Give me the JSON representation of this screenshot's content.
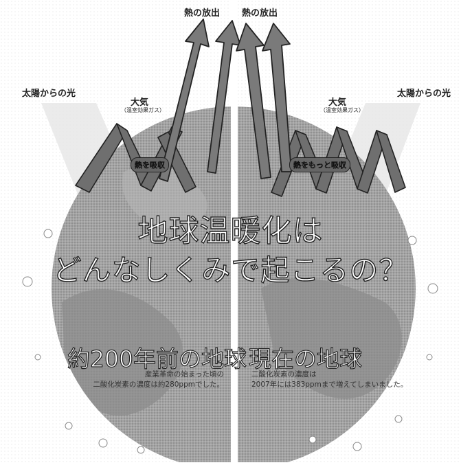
{
  "top_labels": {
    "left": "熱の放出",
    "right": "熱の放出"
  },
  "left_panel": {
    "sunlight": "太陽からの光",
    "atmosphere": "大気",
    "atmosphere_sub": "（温室効果ガス）",
    "badge": "熱を吸収"
  },
  "right_panel": {
    "sunlight": "太陽からの光",
    "atmosphere": "大気",
    "atmosphere_sub": "（温室効果ガス）",
    "badge": "熱をもっと吸収"
  },
  "main_title": {
    "line1": "地球温暖化は",
    "line2": "どんなしくみで起こるの？"
  },
  "past": {
    "title": "約200年前の地球",
    "desc_line1": "産業革命の始まった頃の",
    "desc_line2": "二酸化炭素の濃度は約280ppmでした。"
  },
  "present": {
    "title": "現在の地球",
    "desc_line1": "二酸化炭素の濃度は",
    "desc_line2": "2007年には383ppmまで増えてしまいました。"
  },
  "colors": {
    "globe": "#9d9d9d",
    "arrow_fill": "#7a7a7a",
    "arrow_stroke": "#222222",
    "ray": "#bfbfbf"
  }
}
